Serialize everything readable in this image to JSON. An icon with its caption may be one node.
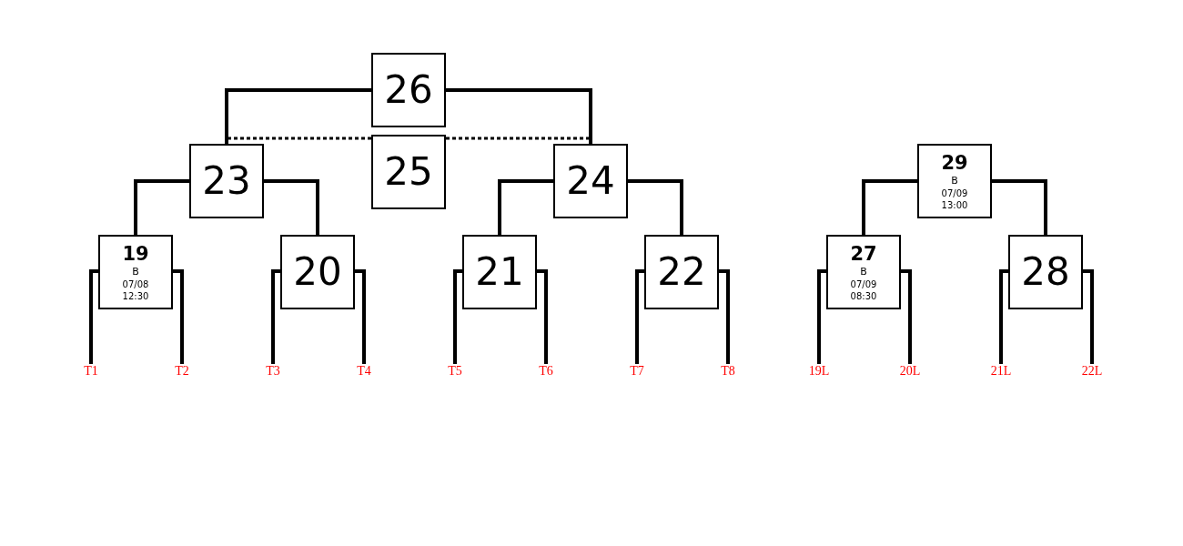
{
  "diagram": {
    "nodes": [
      {
        "text": [
          "26"
        ]
      },
      {
        "text": [
          "23"
        ]
      },
      {
        "text": [
          "25"
        ]
      },
      {
        "text": [
          "24"
        ]
      },
      {
        "text": [
          "29",
          "B",
          "07/09",
          "13:00"
        ]
      },
      {
        "text": [
          "19",
          "B",
          "07/08",
          "12:30"
        ]
      },
      {
        "text": [
          "20"
        ]
      },
      {
        "text": [
          "21"
        ]
      },
      {
        "text": [
          "22"
        ]
      },
      {
        "text": [
          "27",
          "B",
          "07/09",
          "08:30"
        ]
      },
      {
        "text": [
          "28"
        ]
      },
      {
        "text": [
          "T1"
        ]
      },
      {
        "text": [
          "T2"
        ]
      },
      {
        "text": [
          "T3"
        ]
      },
      {
        "text": [
          "T4"
        ]
      },
      {
        "text": [
          "T5"
        ]
      },
      {
        "text": [
          "T6"
        ]
      },
      {
        "text": [
          "T7"
        ]
      },
      {
        "text": [
          "T8"
        ]
      },
      {
        "text": [
          "19L"
        ]
      },
      {
        "text": [
          "20L"
        ]
      },
      {
        "text": [
          "21L"
        ]
      },
      {
        "text": [
          "22L"
        ]
      }
    ],
    "edges": [
      {
        "from": 0,
        "to": 1,
        "arrow": "none"
      },
      {
        "from": 0,
        "to": 3,
        "arrow": "none"
      },
      {
        "from": 2,
        "to": 1,
        "arrow": "none",
        "style": "dashed"
      },
      {
        "from": 2,
        "to": 3,
        "arrow": "none",
        "style": "dashed"
      },
      {
        "from": 1,
        "to": 5,
        "arrow": "none"
      },
      {
        "from": 1,
        "to": 6,
        "arrow": "none"
      },
      {
        "from": 3,
        "to": 7,
        "arrow": "none"
      },
      {
        "from": 3,
        "to": 8,
        "arrow": "none"
      },
      {
        "from": 4,
        "to": 9,
        "arrow": "none"
      },
      {
        "from": 4,
        "to": 10,
        "arrow": "none"
      },
      {
        "from": 5,
        "to": 11,
        "arrow": "none"
      },
      {
        "from": 5,
        "to": 12,
        "arrow": "none"
      },
      {
        "from": 6,
        "to": 13,
        "arrow": "none"
      },
      {
        "from": 6,
        "to": 14,
        "arrow": "none"
      },
      {
        "from": 7,
        "to": 15,
        "arrow": "none"
      },
      {
        "from": 7,
        "to": 16,
        "arrow": "none"
      },
      {
        "from": 8,
        "to": 17,
        "arrow": "none"
      },
      {
        "from": 8,
        "to": 18,
        "arrow": "none"
      },
      {
        "from": 9,
        "to": 19,
        "arrow": "none"
      },
      {
        "from": 9,
        "to": 20,
        "arrow": "none"
      },
      {
        "from": 10,
        "to": 21,
        "arrow": "none"
      },
      {
        "from": 10,
        "to": 22,
        "arrow": "none"
      }
    ]
  }
}
